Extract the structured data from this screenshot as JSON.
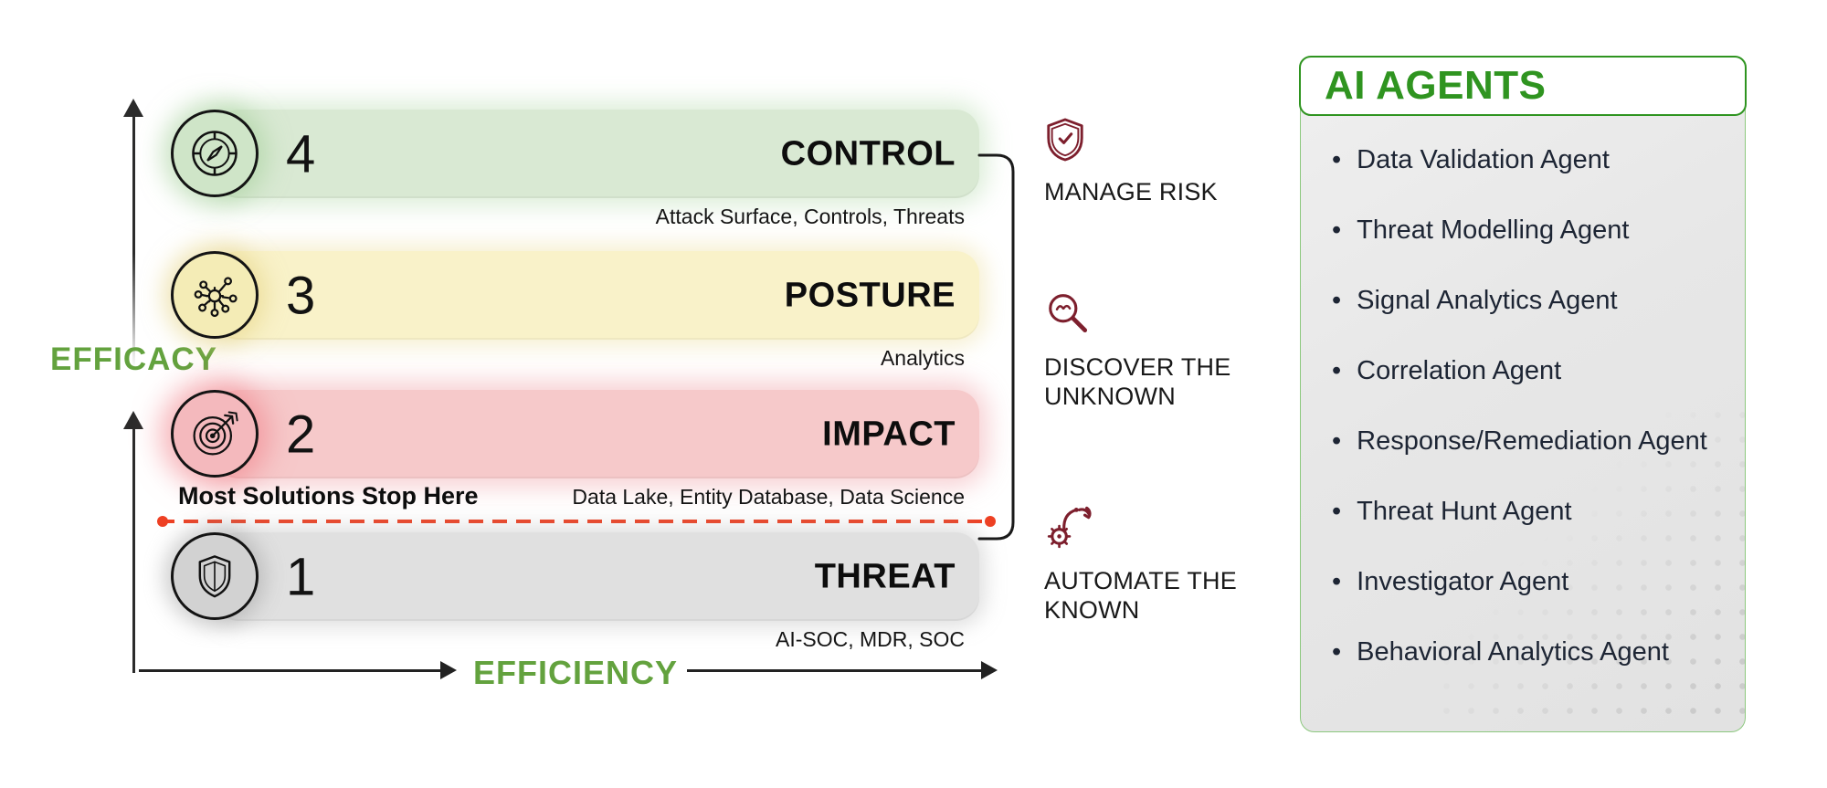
{
  "diagram": {
    "y_axis_label": "EFFICACY",
    "x_axis_label": "EFFICIENCY",
    "axis_label_color": "#63a23e",
    "levels": [
      {
        "num": "4",
        "label": "CONTROL",
        "sub": "Attack Surface, Controls, Threats",
        "icon": "compass-icon",
        "bar_color": "#d9e9d3"
      },
      {
        "num": "3",
        "label": "POSTURE",
        "sub": "Analytics",
        "icon": "gear-network-icon",
        "bar_color": "#f9f2c9"
      },
      {
        "num": "2",
        "label": "IMPACT",
        "sub": "Data Lake, Entity Database, Data Science",
        "icon": "target-icon",
        "bar_color": "#f6c9ca"
      },
      {
        "num": "1",
        "label": "THREAT",
        "sub": "AI-SOC, MDR, SOC",
        "icon": "shield-icon",
        "bar_color": "#e0e0e0"
      }
    ],
    "divider": {
      "label": "Most Solutions Stop Here",
      "line_color": "#ee4023"
    },
    "annotations": [
      {
        "icon": "shield-check-icon",
        "lines": [
          "MANAGE RISK"
        ]
      },
      {
        "icon": "magnifier-icon",
        "lines": [
          "DISCOVER THE",
          "UNKNOWN"
        ]
      },
      {
        "icon": "robot-arm-gear-icon",
        "lines": [
          "AUTOMATE THE",
          "KNOWN"
        ]
      }
    ],
    "annotation_icon_color": "#7d1f2d"
  },
  "agents_panel": {
    "title": "AI AGENTS",
    "title_color": "#2f9420",
    "border_color": "#2f9420",
    "items": [
      "Data Validation Agent",
      "Threat Modelling Agent",
      "Signal Analytics Agent",
      "Correlation Agent",
      "Response/Remediation Agent",
      "Threat Hunt Agent",
      "Investigator Agent",
      "Behavioral Analytics Agent"
    ]
  }
}
